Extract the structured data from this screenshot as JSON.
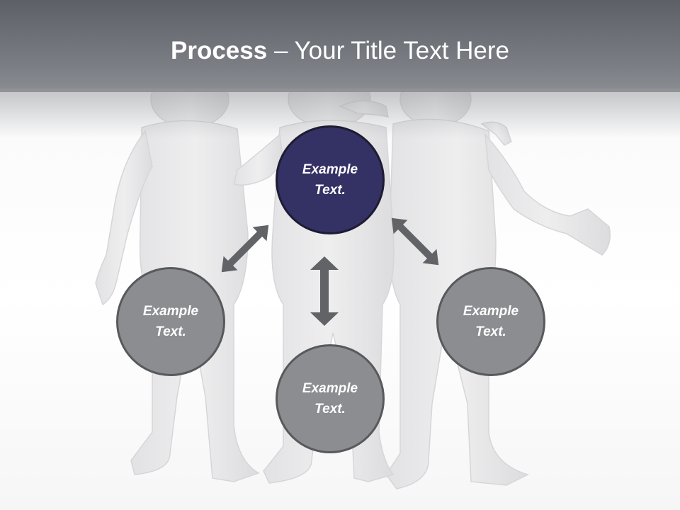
{
  "slide": {
    "title_bold": "Process",
    "title_rest": " – Your Title Text Here"
  },
  "nodes": [
    {
      "line1": "Example",
      "line2": "Text.",
      "color": "#343164"
    },
    {
      "line1": "Example",
      "line2": "Text.",
      "color": "#8b8d91"
    },
    {
      "line1": "Example",
      "line2": "Text.",
      "color": "#8b8d91"
    },
    {
      "line1": "Example",
      "line2": "Text.",
      "color": "#8b8d91"
    }
  ],
  "colors": {
    "header": "#6b6e74",
    "arrow": "#626366",
    "figure": "#e6e6e8"
  },
  "icons": [
    "double-arrow-icon",
    "people-group-illustration"
  ]
}
